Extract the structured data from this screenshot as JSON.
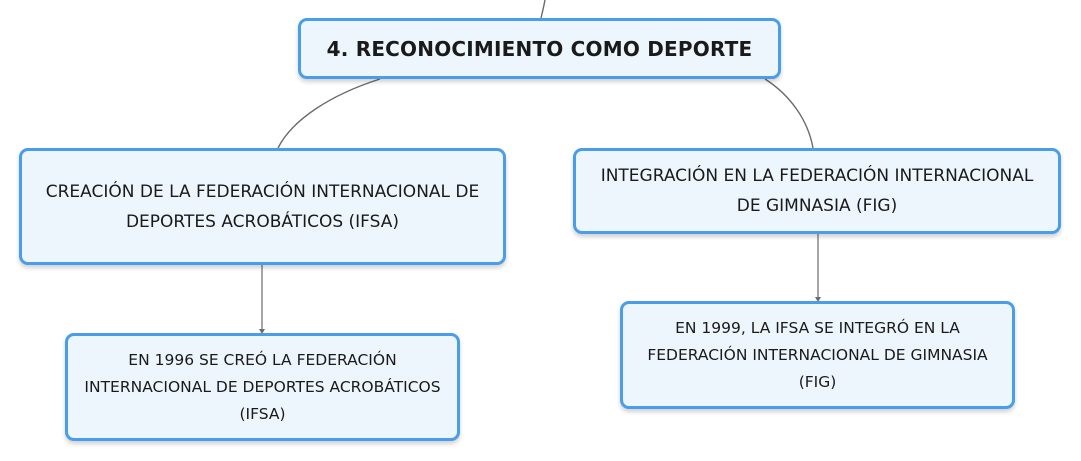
{
  "diagram": {
    "root": {
      "label": "4. RECONOCIMIENTO COMO DEPORTE"
    },
    "branches": [
      {
        "label": "CREACIÓN DE LA FEDERACIÓN INTERNACIONAL DE DEPORTES ACROBÁTICOS (IFSA)",
        "child": "EN 1996 SE CREÓ LA FEDERACIÓN INTERNACIONAL DE DEPORTES ACROBÁTICOS (IFSA)"
      },
      {
        "label": "INTEGRACIÓN EN LA FEDERACIÓN INTERNACIONAL DE GIMNASIA (FIG)",
        "child": "EN 1999, LA IFSA SE INTEGRÓ EN LA FEDERACIÓN INTERNACIONAL DE GIMNASIA (FIG)"
      }
    ]
  },
  "colors": {
    "node_border": "#4a9de8",
    "node_fill": "#eef6fd",
    "connector": "#6b6b6b"
  }
}
